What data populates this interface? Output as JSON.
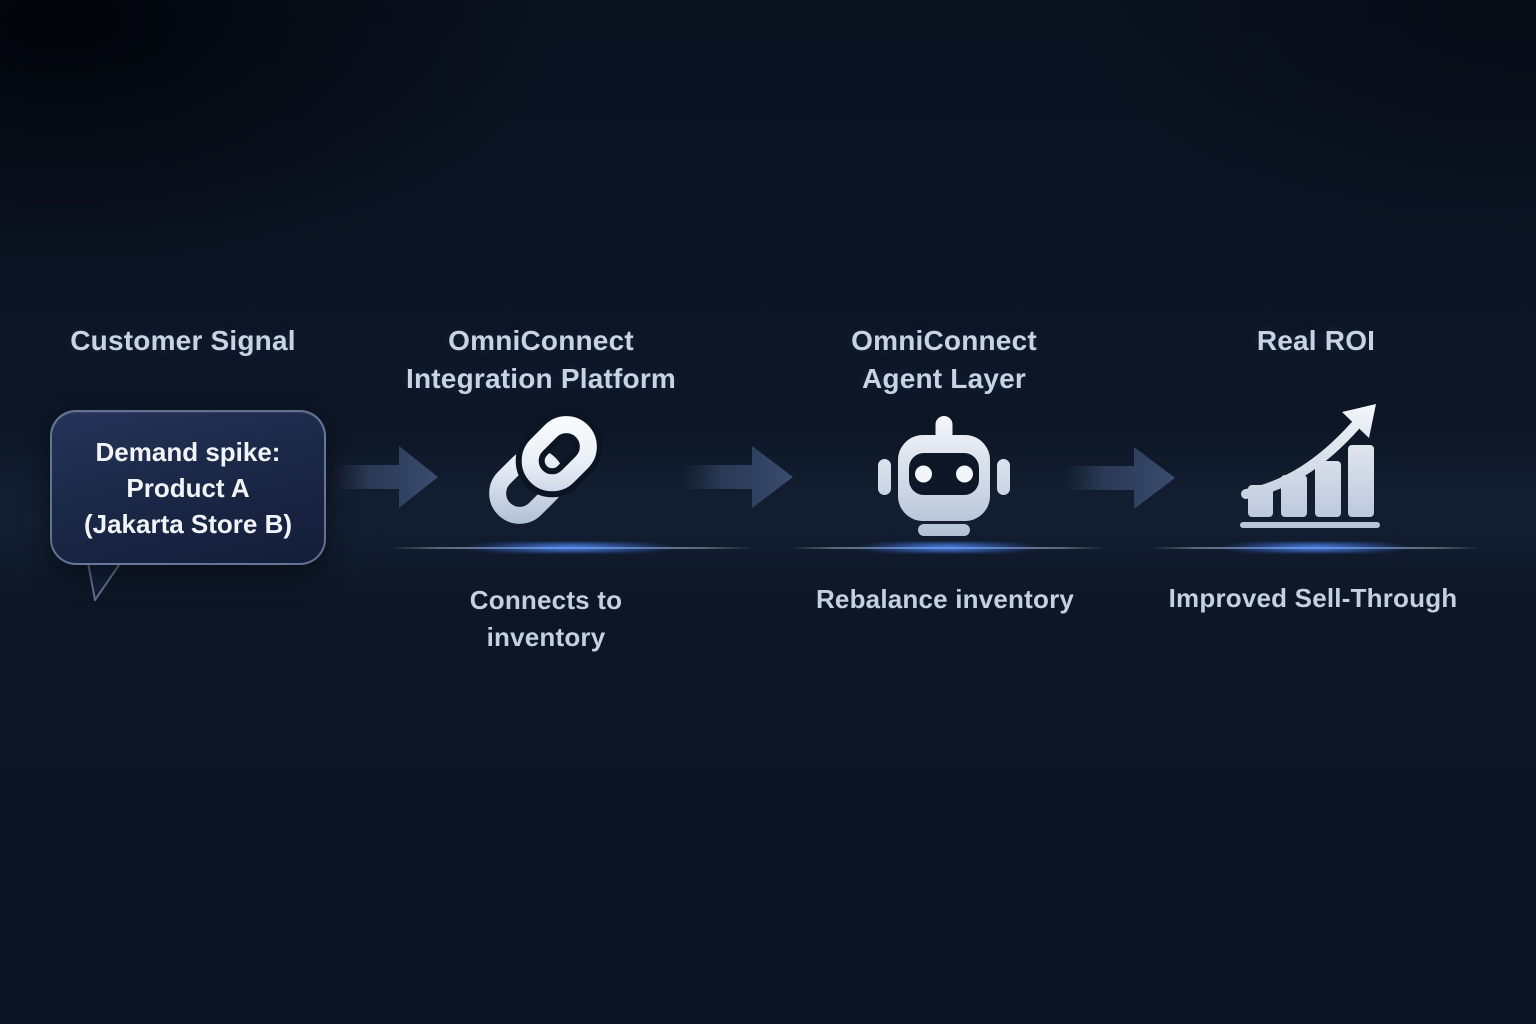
{
  "diagram": {
    "stages": [
      {
        "name": "customer-signal",
        "title": "Customer Signal",
        "bubble": {
          "line1": "Demand spike:",
          "line2": "Product A",
          "line3": "(Jakarta Store B)"
        }
      },
      {
        "name": "integration-platform",
        "title_line1": "OmniConnect",
        "title_line2": "Integration Platform",
        "icon": "chain-link-icon",
        "caption_line1": "Connects to",
        "caption_line2": "inventory"
      },
      {
        "name": "agent-layer",
        "title_line1": "OmniConnect",
        "title_line2": "Agent Layer",
        "icon": "robot-icon",
        "caption": "Rebalance inventory"
      },
      {
        "name": "real-roi",
        "title": "Real ROI",
        "icon": "growth-chart-icon",
        "caption": "Improved Sell-Through"
      }
    ],
    "colors": {
      "background": "#0b1423",
      "heading_text": "#c9d3e2",
      "caption_text": "#c4cfdf",
      "bubble_text": "#f1f4fa",
      "bubble_fill": "#1b2847",
      "bubble_border": "#94a6c8",
      "arrow_fill": "#344563",
      "icon_fill": "#dde5f0",
      "glow_accent": "#5692ff"
    }
  }
}
